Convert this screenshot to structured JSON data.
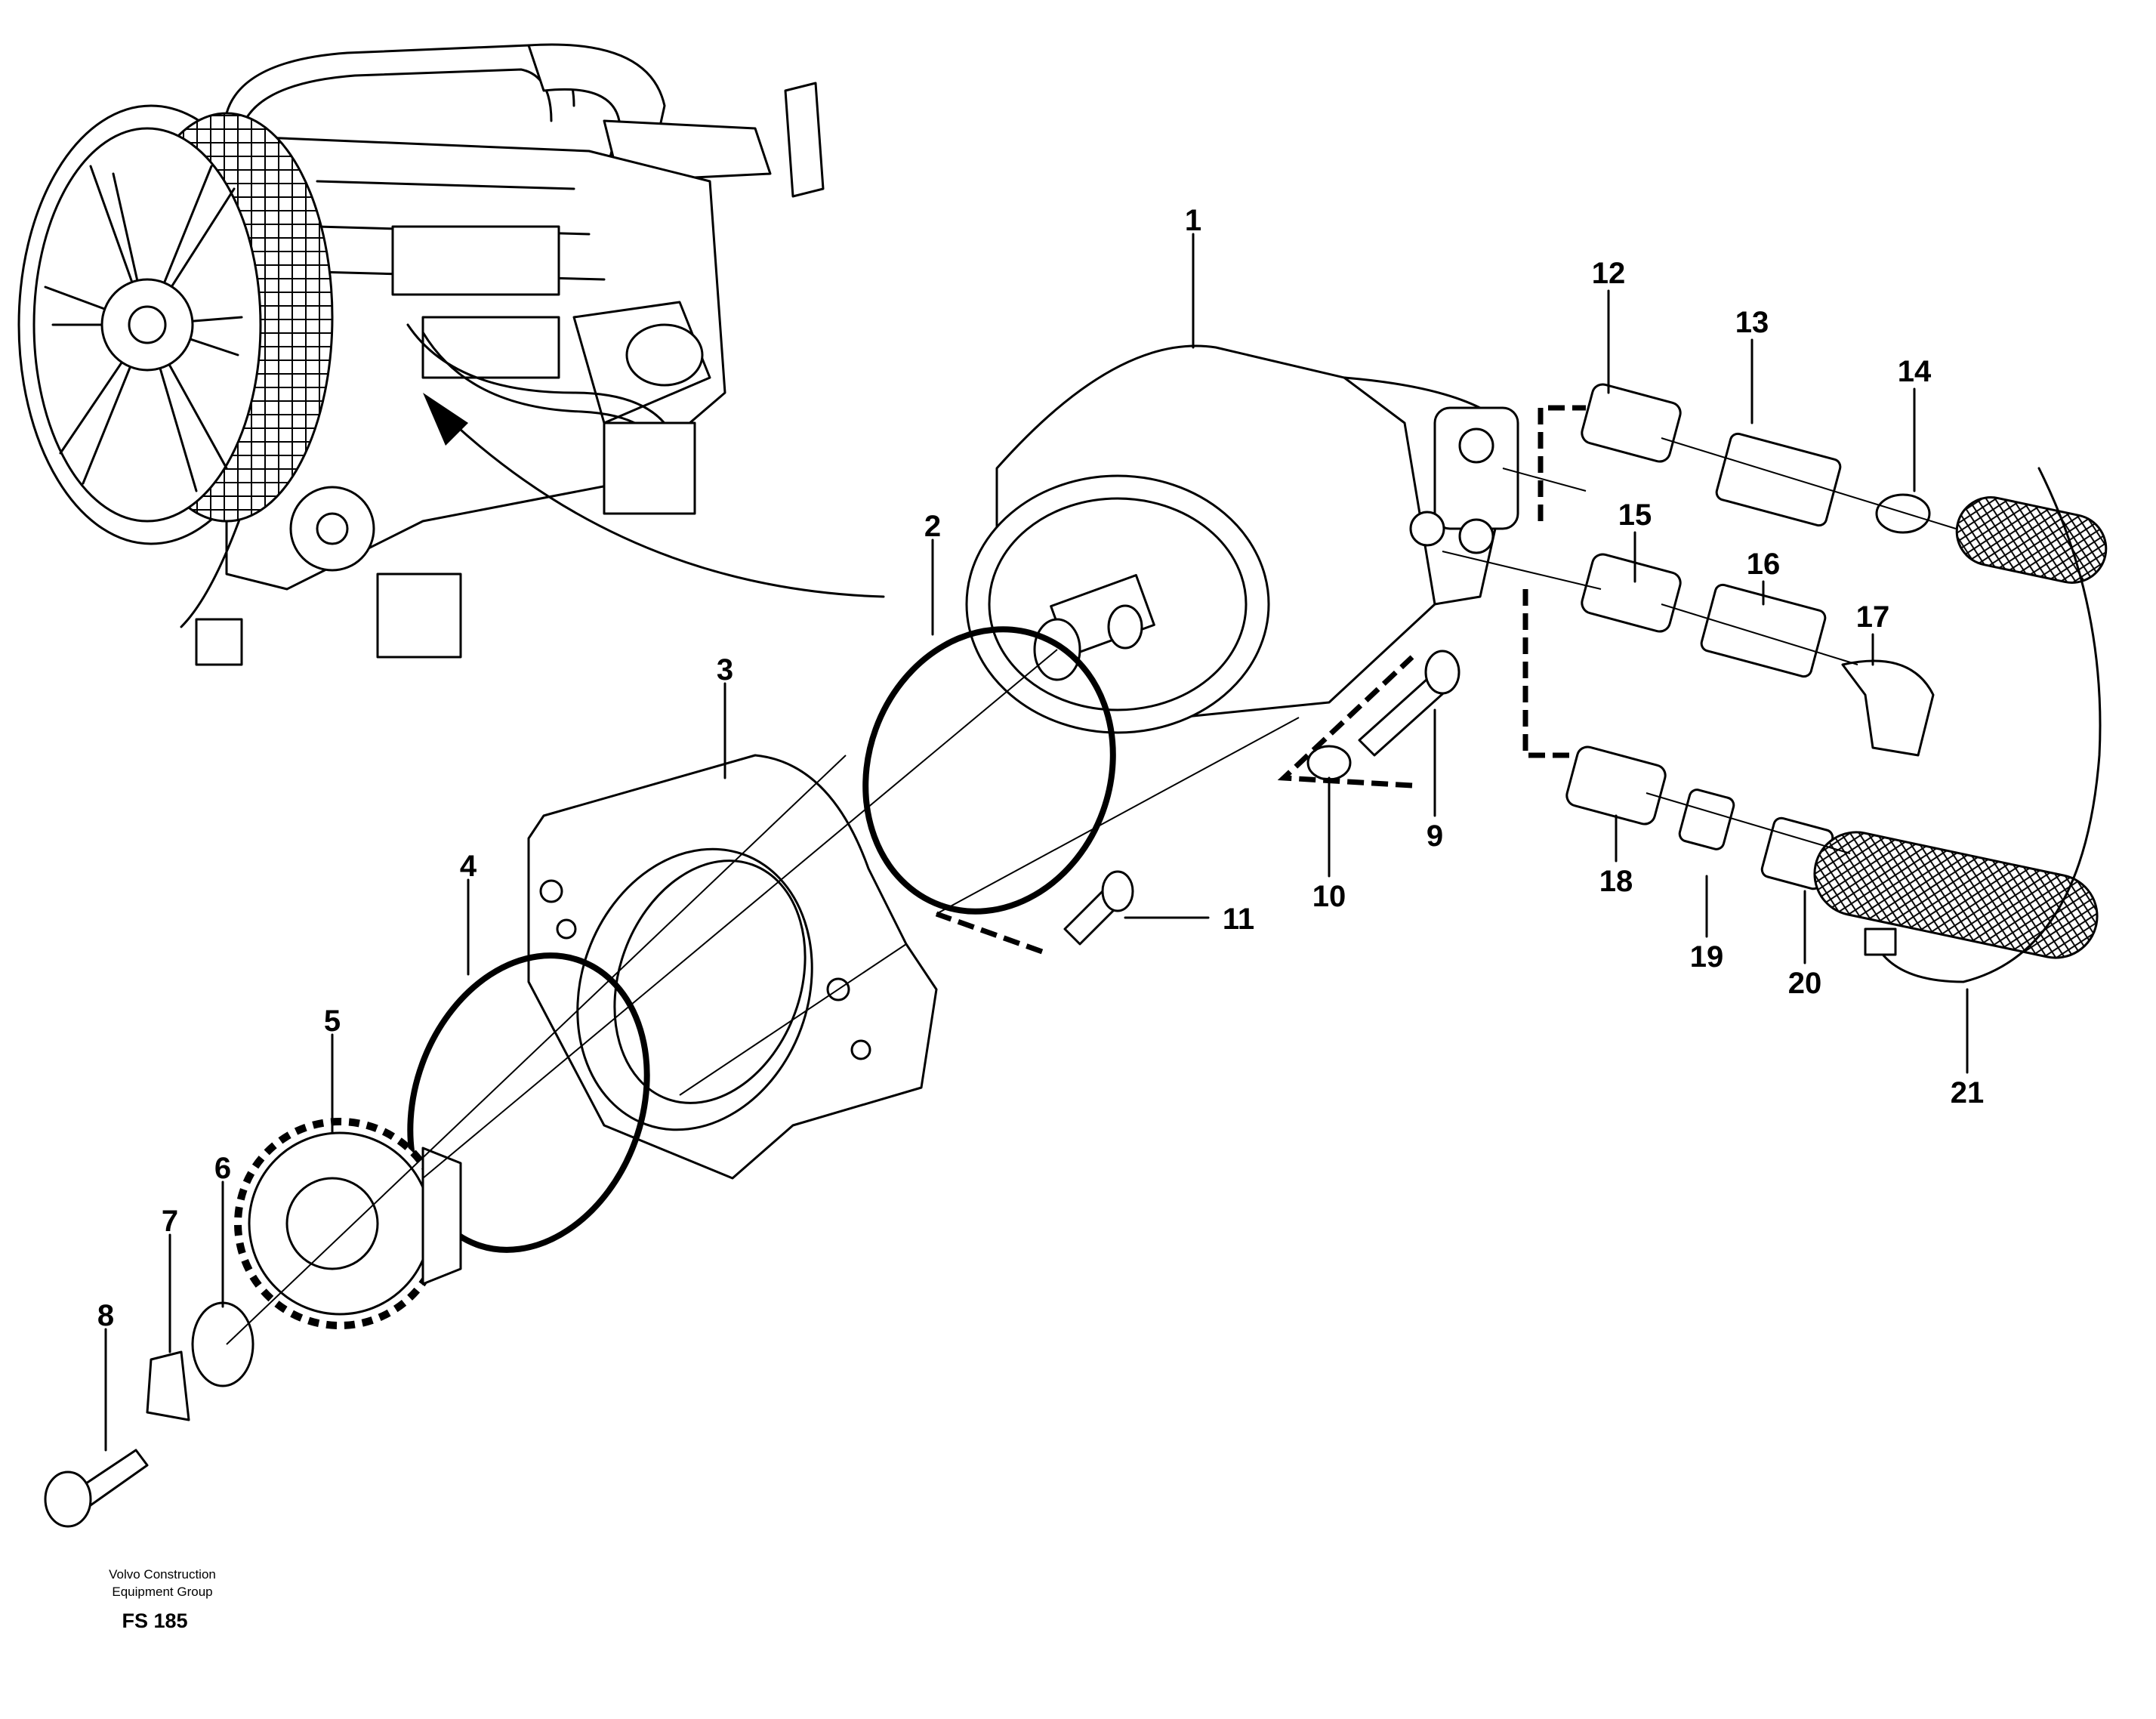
{
  "diagram": {
    "callouts": [
      "1",
      "2",
      "3",
      "4",
      "5",
      "6",
      "7",
      "8",
      "9",
      "10",
      "11",
      "12",
      "13",
      "14",
      "15",
      "16",
      "17",
      "18",
      "19",
      "20",
      "21"
    ]
  },
  "footer": {
    "company_line1": "Volvo Construction",
    "company_line2": "Equipment Group",
    "code": "FS 185"
  }
}
